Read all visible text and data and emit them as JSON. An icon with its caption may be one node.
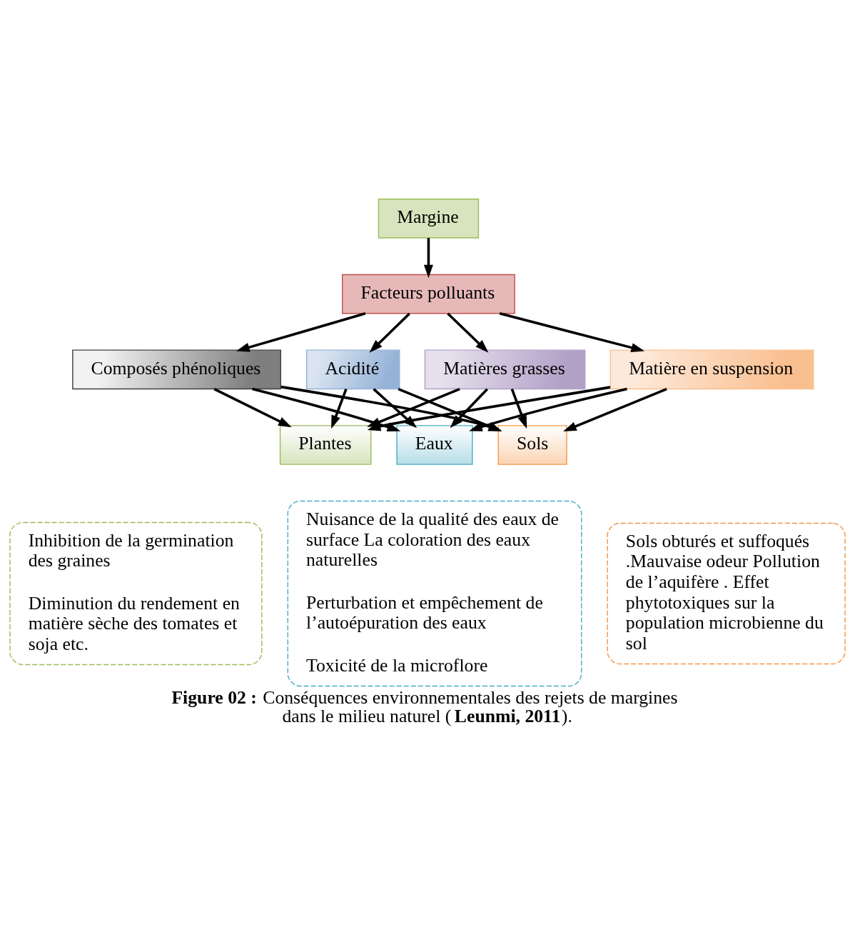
{
  "diagram": {
    "caption": "**Figure 02 :** Conséquences environnementales des rejets de margines dans le milieu naturel (**Leunmi, 2011**).",
    "nodes": [
      {
        "text": [
          "Margine"
        ]
      },
      {
        "text": [
          "Facteurs polluants"
        ]
      },
      {
        "text": [
          "Composés phénoliques"
        ]
      },
      {
        "text": [
          "Acidité"
        ]
      },
      {
        "text": [
          "Matières grasses"
        ]
      },
      {
        "text": [
          "Matière en suspension"
        ]
      },
      {
        "text": [
          "Plantes"
        ]
      },
      {
        "text": [
          "Eaux"
        ]
      },
      {
        "text": [
          "Sols"
        ]
      },
      {
        "text": [
          "Inhibition de la germination des graines",
          "Diminution du rendement en matière sèche des tomates et soja etc."
        ]
      },
      {
        "text": [
          "Nuisance de la qualité des eaux de surface La coloration des eaux naturelles",
          "Perturbation et empêchement de l’autoépuration des eaux",
          "Toxicité de la microflore"
        ]
      },
      {
        "text": [
          "Sols obturés et suffoqués .Mauvaise odeur Pollution de l’aquifère . Effet phytotoxiques sur la population microbienne du sol"
        ]
      }
    ],
    "edges": [
      {
        "from": 0,
        "to": 1,
        "arrow": "to"
      },
      {
        "from": 1,
        "to": 2,
        "arrow": "to"
      },
      {
        "from": 1,
        "to": 3,
        "arrow": "to"
      },
      {
        "from": 1,
        "to": 4,
        "arrow": "to"
      },
      {
        "from": 1,
        "to": 5,
        "arrow": "to"
      },
      {
        "from": 2,
        "to": 6,
        "arrow": "to"
      },
      {
        "from": 2,
        "to": 7,
        "arrow": "to"
      },
      {
        "from": 2,
        "to": 8,
        "arrow": "to"
      },
      {
        "from": 3,
        "to": 6,
        "arrow": "to"
      },
      {
        "from": 3,
        "to": 7,
        "arrow": "to"
      },
      {
        "from": 3,
        "to": 8,
        "arrow": "to"
      },
      {
        "from": 4,
        "to": 6,
        "arrow": "to"
      },
      {
        "from": 4,
        "to": 7,
        "arrow": "to"
      },
      {
        "from": 4,
        "to": 8,
        "arrow": "to"
      },
      {
        "from": 5,
        "to": 6,
        "arrow": "to"
      },
      {
        "from": 5,
        "to": 7,
        "arrow": "to"
      },
      {
        "from": 5,
        "to": 8,
        "arrow": "to"
      }
    ]
  }
}
